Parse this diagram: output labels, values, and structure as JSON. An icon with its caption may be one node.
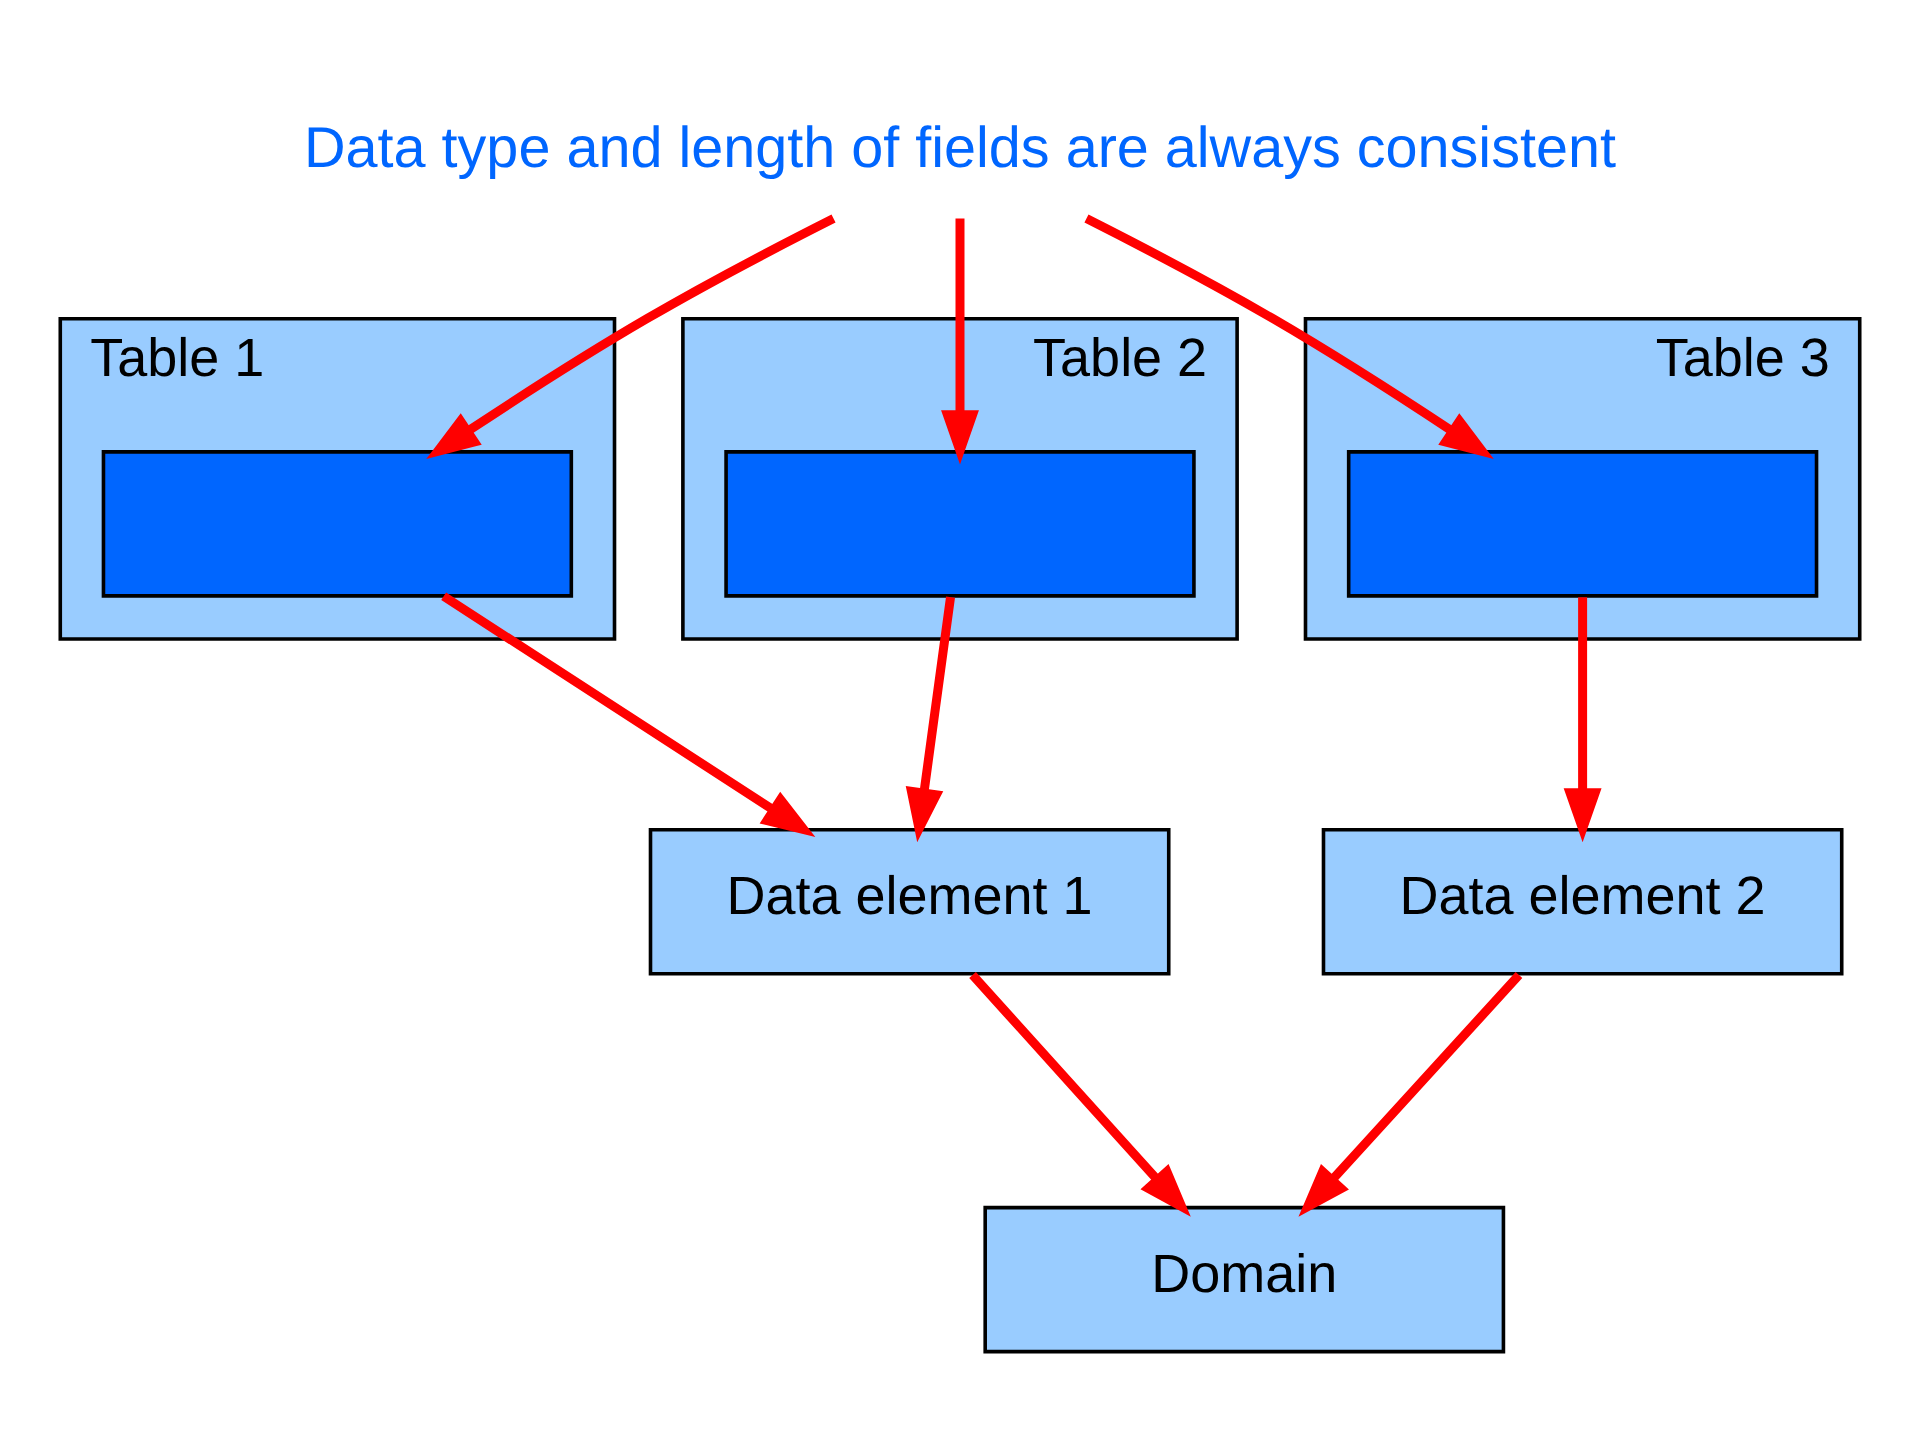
{
  "diagram": {
    "nodes": [
      {
        "text": [
          "Data type and length of fields are always consistent"
        ]
      },
      {
        "text": [
          "Table 1"
        ]
      },
      {
        "text": [],
        "shape": "box",
        "in": 1
      },
      {
        "text": [
          "Table 2"
        ]
      },
      {
        "text": [],
        "shape": "box",
        "in": 3
      },
      {
        "text": [
          "Table 3"
        ]
      },
      {
        "text": [],
        "shape": "box",
        "in": 5
      },
      {
        "text": [
          "Data element 1"
        ]
      },
      {
        "text": [
          "Data element 2"
        ]
      },
      {
        "text": [
          "Domain"
        ]
      }
    ],
    "edges": [
      {
        "from": 0,
        "to": 2,
        "arrow": "to"
      },
      {
        "from": 0,
        "to": 4,
        "arrow": "to"
      },
      {
        "from": 0,
        "to": 6,
        "arrow": "to"
      },
      {
        "from": 2,
        "to": 7,
        "arrow": "to"
      },
      {
        "from": 4,
        "to": 7,
        "arrow": "to"
      },
      {
        "from": 6,
        "to": 8,
        "arrow": "to"
      },
      {
        "from": 7,
        "to": 9,
        "arrow": "to"
      },
      {
        "from": 8,
        "to": 9,
        "arrow": "to"
      }
    ]
  }
}
